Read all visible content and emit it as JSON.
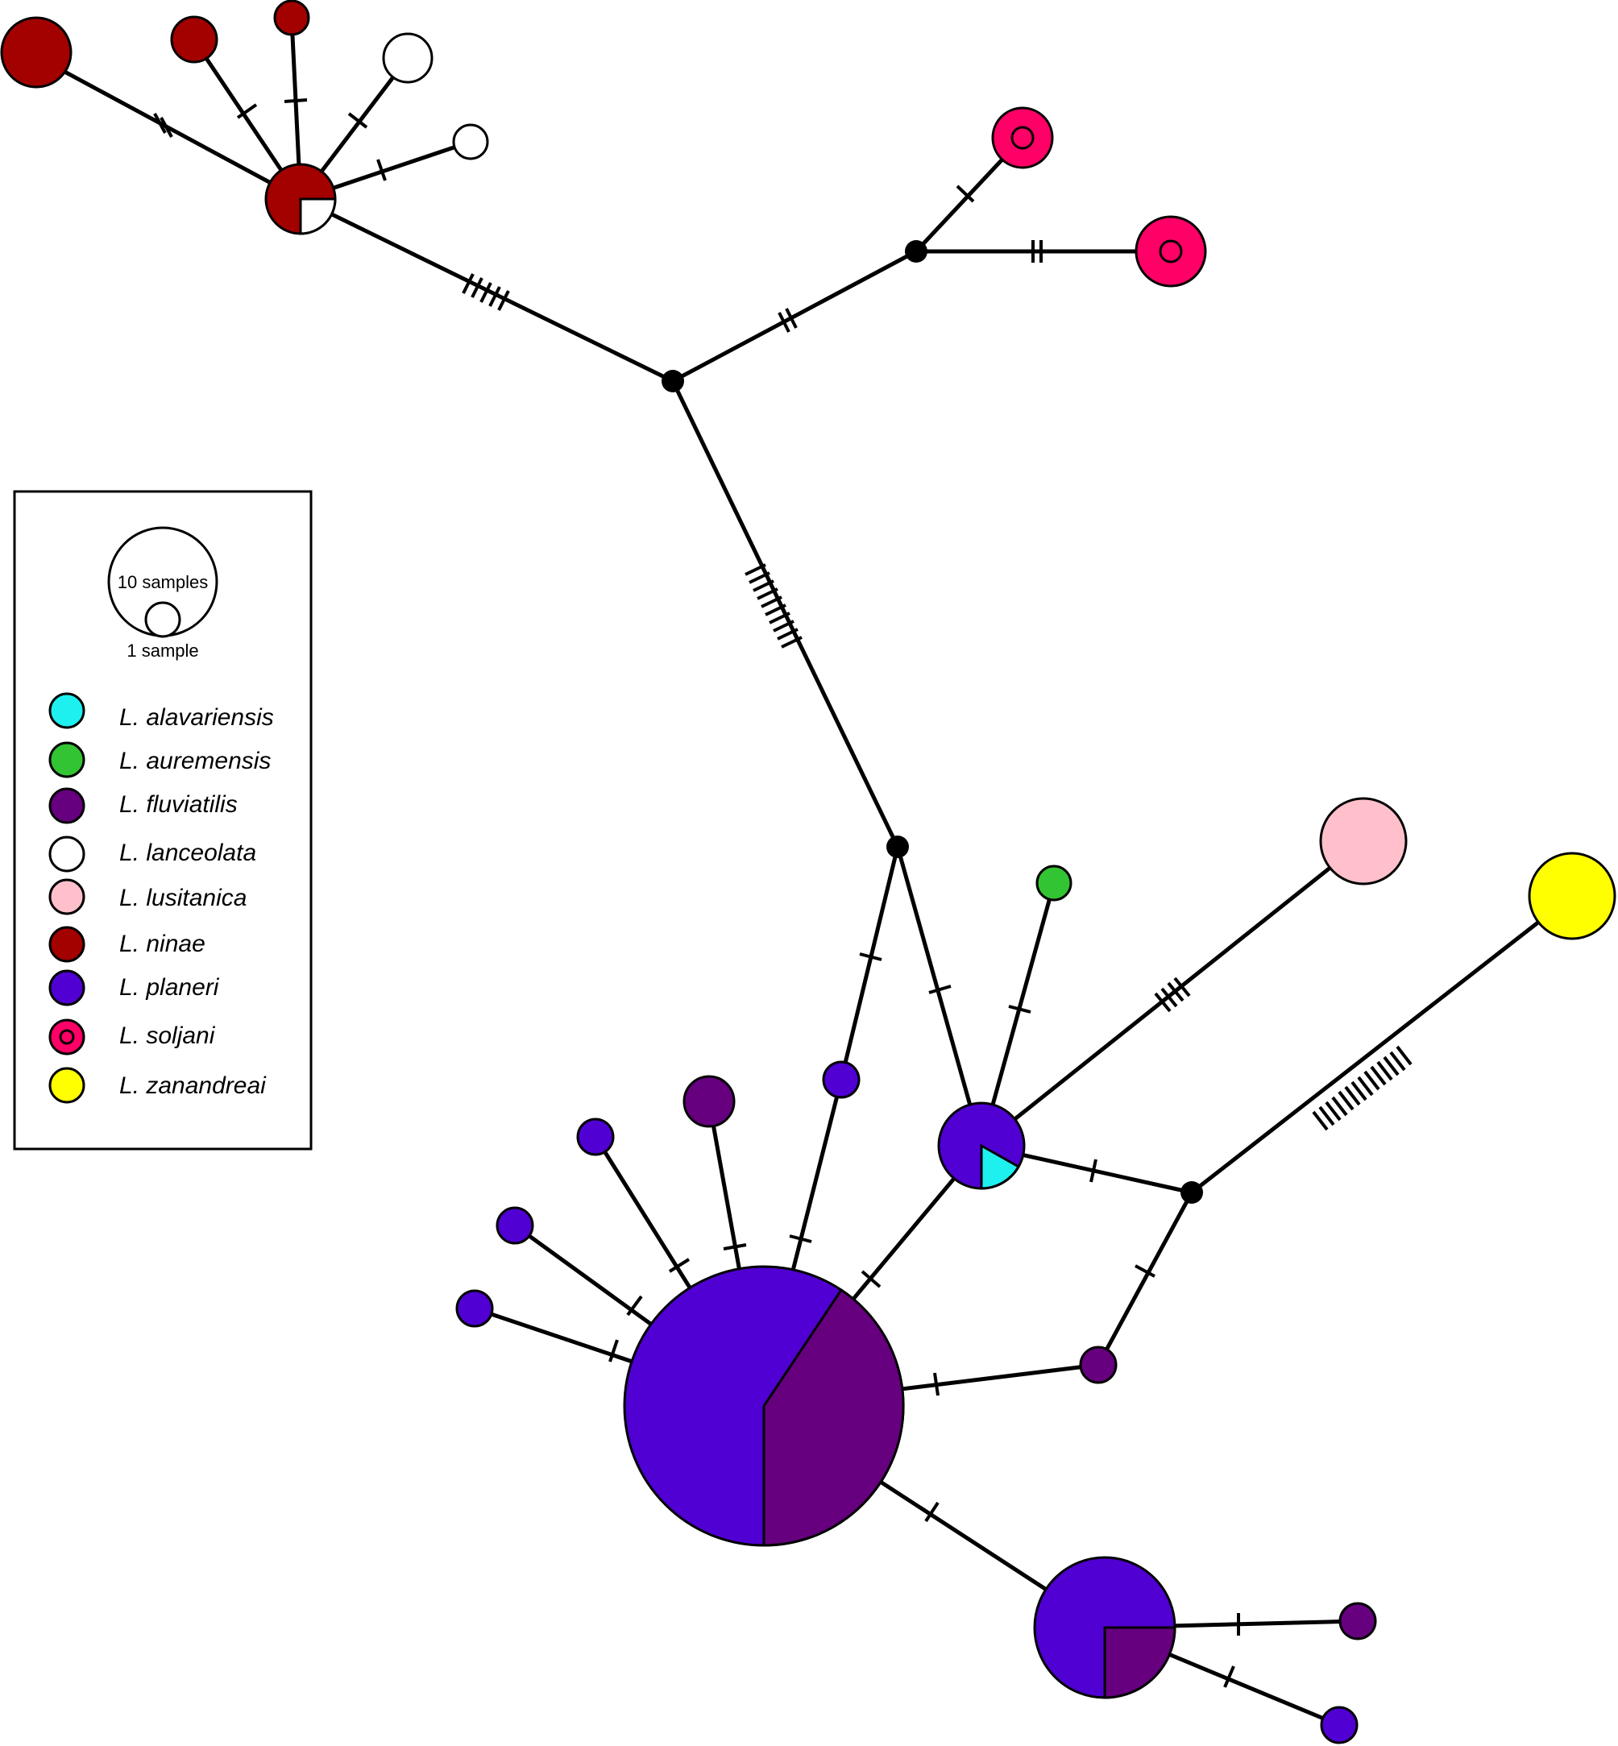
{
  "legend": {
    "scale_large_label": "10 samples",
    "scale_small_label": "1 sample",
    "species": [
      {
        "label": "L. alavariensis",
        "color": "#1ef0f0"
      },
      {
        "label": "L. auremensis",
        "color": "#33c433"
      },
      {
        "label": "L. fluviatilis",
        "color": "#66007f"
      },
      {
        "label": "L. lanceolata",
        "color": "#ffffff"
      },
      {
        "label": "L. lusitanica",
        "color": "#ffc0cb"
      },
      {
        "label": "L. ninae",
        "color": "#a30000"
      },
      {
        "label": "L. planeri",
        "color": "#5000d2"
      },
      {
        "label": "L. soljani",
        "color": "#ff0066"
      },
      {
        "label": "L. zanandreai",
        "color": "#ffff00"
      }
    ]
  },
  "network": {
    "edge_color": "#000000",
    "median_vector_color": "#000000"
  }
}
